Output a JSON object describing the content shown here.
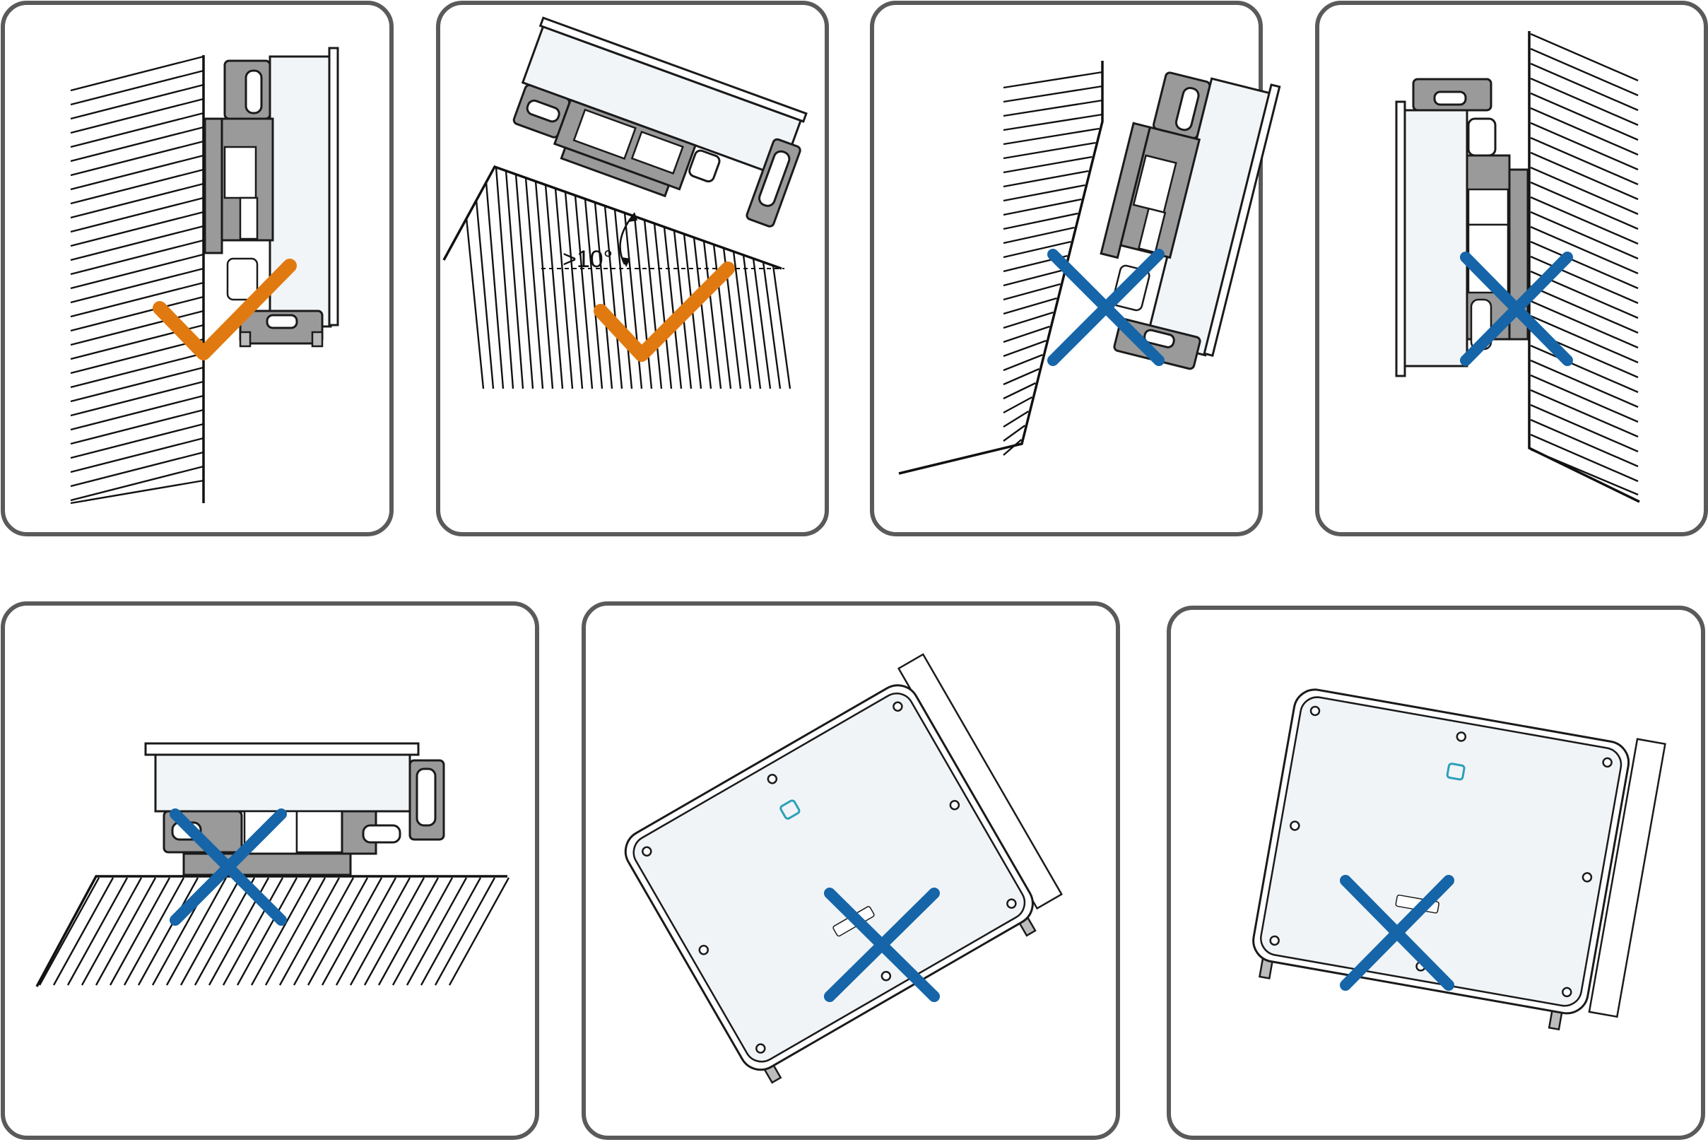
{
  "panels": [
    {
      "id": "vertical-wall",
      "verdict": "correct"
    },
    {
      "id": "tilted-back",
      "verdict": "correct",
      "angle_label": ">10°"
    },
    {
      "id": "tilted-forward",
      "verdict": "incorrect"
    },
    {
      "id": "mounted-upside-down",
      "verdict": "incorrect"
    },
    {
      "id": "horizontal-flat",
      "verdict": "incorrect"
    },
    {
      "id": "lateral-tilt-right",
      "verdict": "incorrect"
    },
    {
      "id": "lateral-tilt-left",
      "verdict": "incorrect"
    }
  ],
  "colors": {
    "check_mark": "#E07A10",
    "cross_mark": "#1565A8",
    "panel_border": "#5A5A5A",
    "indicator_square": "#2BA0B8"
  },
  "icons": {
    "correct": "check-icon",
    "incorrect": "cross-icon"
  }
}
